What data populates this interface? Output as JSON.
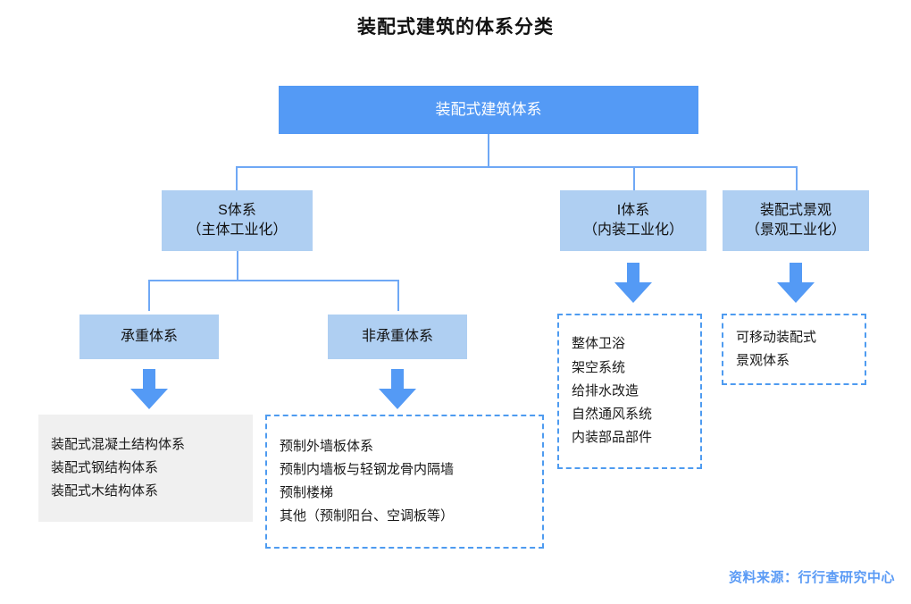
{
  "title": "装配式建筑的体系分类",
  "footer": "资料来源：行行查研究中心",
  "colors": {
    "root_fill": "#549AF5",
    "branch_fill": "#AFCFF2",
    "connector": "#6FA8F5",
    "arrow": "#549AF5",
    "dashed_border": "#4E9BF0",
    "panel_gray": "#F0F0F0",
    "footer_text": "#5B9BF5",
    "title_text": "#111111"
  },
  "chart_data": {
    "type": "diagram",
    "title": "装配式建筑的体系分类",
    "root": {
      "label": "装配式建筑体系"
    },
    "branches": [
      {
        "id": "s-system",
        "line1": "S体系",
        "line2": "（主体工业化）",
        "children": [
          {
            "id": "load-bearing",
            "label": "承重体系",
            "items": [
              "装配式混凝土结构体系",
              "装配式钢结构体系",
              "装配式木结构体系"
            ]
          },
          {
            "id": "non-load-bearing",
            "label": "非承重体系",
            "items": [
              "预制外墙板体系",
              "预制内墙板与轻钢龙骨内隔墙",
              "预制楼梯",
              "其他（预制阳台、空调板等）"
            ]
          }
        ]
      },
      {
        "id": "i-system",
        "line1": "I体系",
        "line2": "（内装工业化）",
        "items": [
          "整体卫浴",
          "架空系统",
          "给排水改造",
          "自然通风系统",
          "内装部品部件"
        ]
      },
      {
        "id": "landscape-system",
        "line1": "装配式景观",
        "line2": "（景观工业化）",
        "items": [
          "可移动装配式",
          "景观体系"
        ]
      }
    ]
  }
}
